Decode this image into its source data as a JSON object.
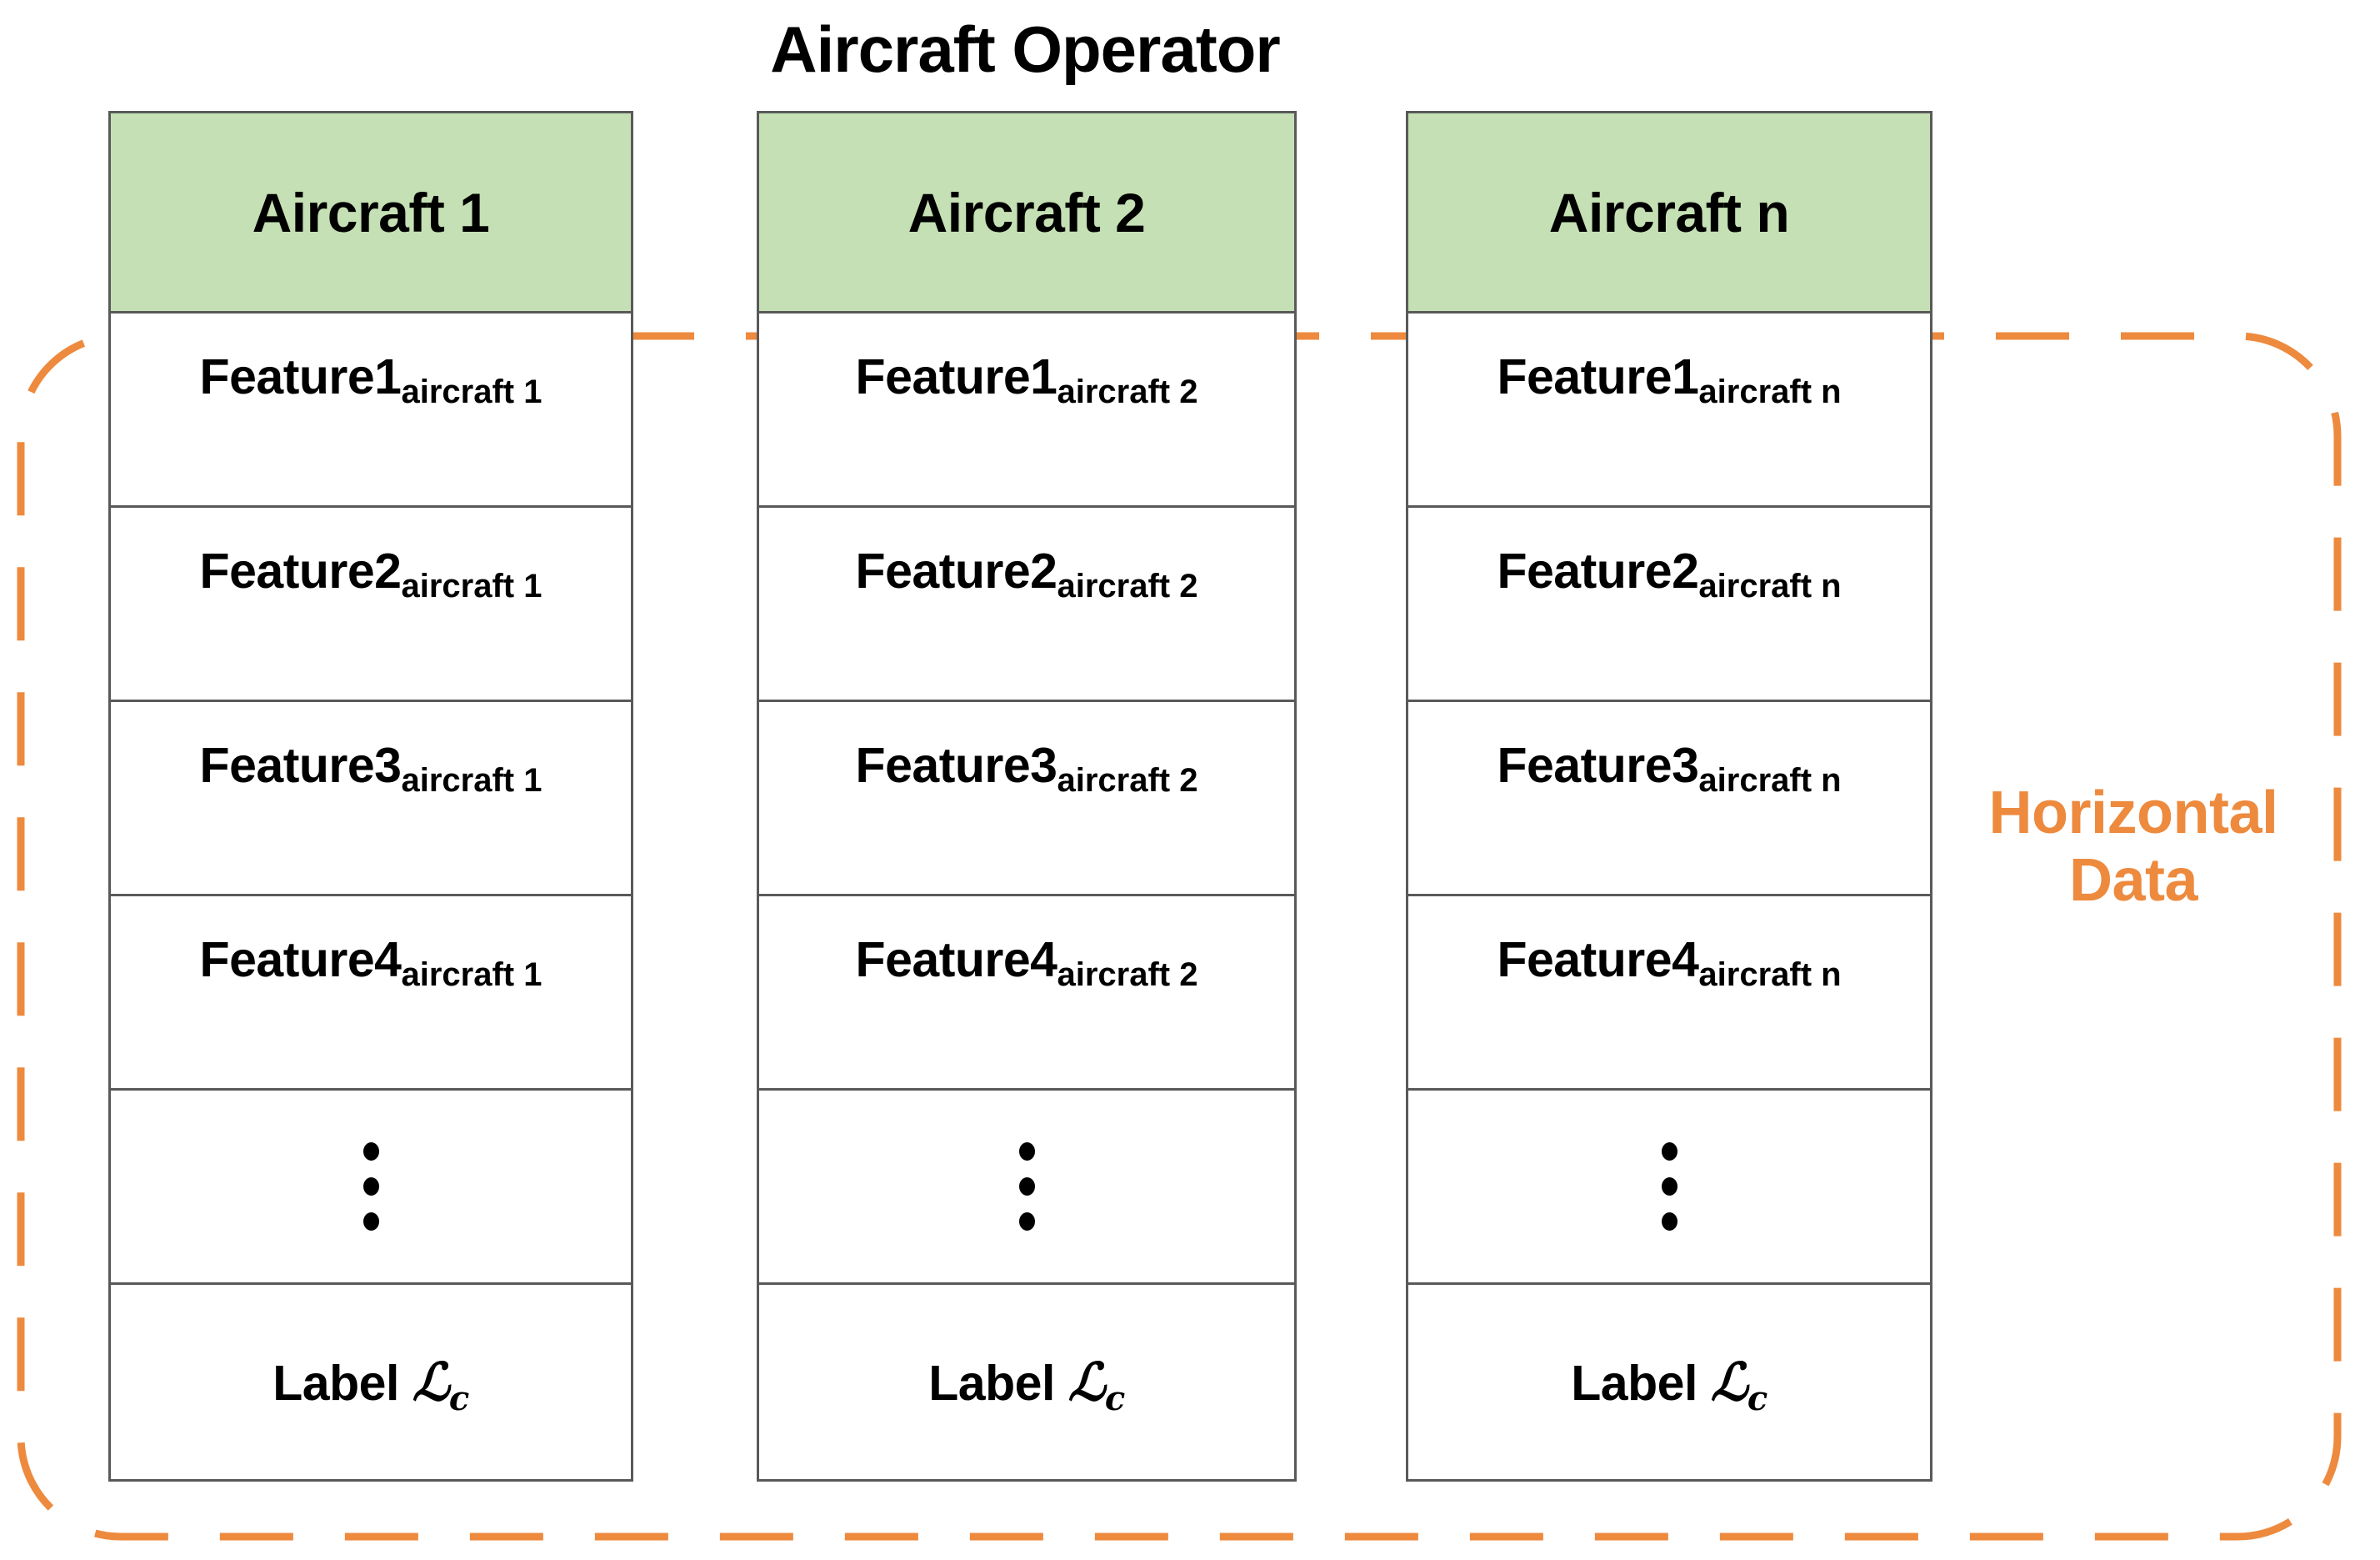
{
  "title": "Aircraft Operator",
  "colors": {
    "header_green": "#c5e0b4",
    "annotation_orange": "#ed8a3e",
    "border_gray": "#595959",
    "text_black": "#000000"
  },
  "annotation": {
    "line1": "Horizontal",
    "line2": "Data"
  },
  "columns": [
    {
      "header": "Aircraft 1",
      "rows": [
        {
          "type": "feature",
          "base": "Feature1",
          "sub": "aircraft 1"
        },
        {
          "type": "feature",
          "base": "Feature2",
          "sub": "aircraft 1"
        },
        {
          "type": "feature",
          "base": "Feature3",
          "sub": "aircraft 1"
        },
        {
          "type": "feature",
          "base": "Feature4",
          "sub": "aircraft 1"
        },
        {
          "type": "ellipsis",
          "base": "⋮",
          "sub": ""
        },
        {
          "type": "label",
          "base": "Label",
          "script": "ℒ",
          "sub": "c"
        }
      ]
    },
    {
      "header": "Aircraft 2",
      "rows": [
        {
          "type": "feature",
          "base": "Feature1",
          "sub": "aircraft 2"
        },
        {
          "type": "feature",
          "base": "Feature2",
          "sub": "aircraft 2"
        },
        {
          "type": "feature",
          "base": "Feature3",
          "sub": "aircraft 2"
        },
        {
          "type": "feature",
          "base": "Feature4",
          "sub": "aircraft 2"
        },
        {
          "type": "ellipsis",
          "base": "⋮",
          "sub": ""
        },
        {
          "type": "label",
          "base": "Label",
          "script": "ℒ",
          "sub": "c"
        }
      ]
    },
    {
      "header": "Aircraft n",
      "rows": [
        {
          "type": "feature",
          "base": "Feature1",
          "sub": "aircraft n"
        },
        {
          "type": "feature",
          "base": "Feature2",
          "sub": "aircraft n"
        },
        {
          "type": "feature",
          "base": "Feature3",
          "sub": "aircraft n"
        },
        {
          "type": "feature",
          "base": "Feature4",
          "sub": "aircraft n"
        },
        {
          "type": "ellipsis",
          "base": "⋮",
          "sub": ""
        },
        {
          "type": "label",
          "base": "Label",
          "script": "ℒ",
          "sub": "c"
        }
      ]
    }
  ]
}
